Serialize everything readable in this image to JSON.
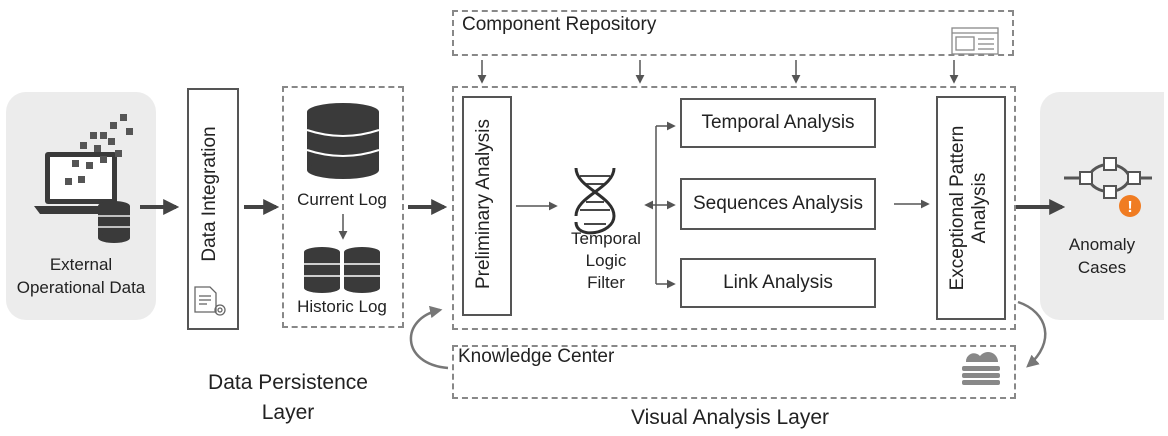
{
  "external": {
    "title_line1": "External",
    "title_line2": "Operational Data"
  },
  "data_integration": {
    "label": "Data Integration"
  },
  "persistence": {
    "current_log": "Current Log",
    "historic_log": "Historic Log",
    "layer_line1": "Data Persistence",
    "layer_line2": "Layer"
  },
  "component_repository": {
    "label": "Component Repository"
  },
  "preliminary": {
    "label": "Preliminary Analysis"
  },
  "filter": {
    "line1": "Temporal",
    "line2": "Logic",
    "line3": "Filter"
  },
  "analyses": {
    "temporal": "Temporal Analysis",
    "sequences": "Sequences Analysis",
    "link": "Link Analysis"
  },
  "exceptional": {
    "line1": "Exceptional Pattern",
    "line2": "Analysis"
  },
  "anomaly": {
    "line1": "Anomaly",
    "line2": "Cases"
  },
  "knowledge_center": {
    "label": "Knowledge Center"
  },
  "visual_layer": {
    "label": "Visual Analysis Layer"
  },
  "colors": {
    "box_stroke": "#555555",
    "dashed": "#888888",
    "panel": "#ececec",
    "db_dark": "#3a3a3a",
    "alert": "#f07c22"
  }
}
